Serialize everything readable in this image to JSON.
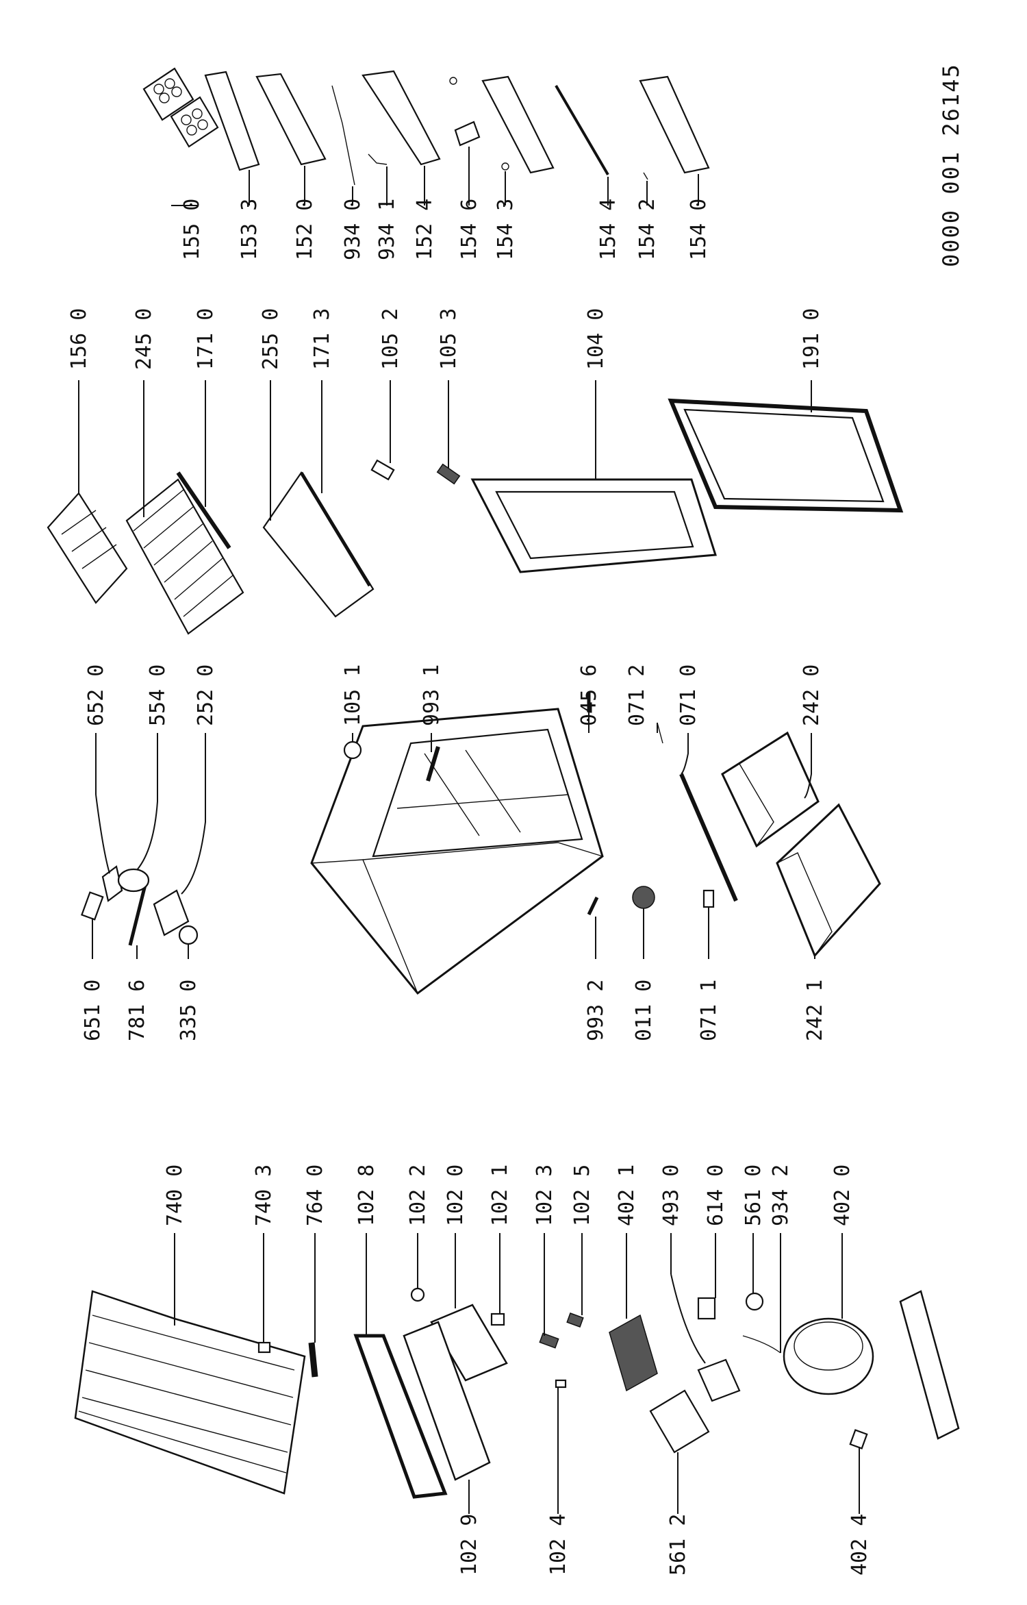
{
  "document_number": "0000 001 26145",
  "labels": {
    "p155_0": "155 0",
    "p153_3": "153 3",
    "p152_0": "152 0",
    "p934_0": "934 0",
    "p934_1": "934 1",
    "p152_4": "152 4",
    "p154_6": "154 6",
    "p154_3": "154 3",
    "p154_4": "154 4",
    "p154_2": "154 2",
    "p154_0": "154 0",
    "p156_0": "156 0",
    "p245_0": "245 0",
    "p171_0": "171 0",
    "p255_0": "255 0",
    "p171_3": "171 3",
    "p105_2": "105 2",
    "p105_3": "105 3",
    "p104_0": "104 0",
    "p191_0": "191 0",
    "p652_0": "652 0",
    "p554_0": "554 0",
    "p252_0": "252 0",
    "p105_1": "105 1",
    "p993_1": "993 1",
    "p045_6": "045 6",
    "p071_2": "071 2",
    "p071_0": "071 0",
    "p242_0": "242 0",
    "p651_0": "651 0",
    "p781_6": "781 6",
    "p335_0": "335 0",
    "p993_2": "993 2",
    "p011_0": "011 0",
    "p071_1": "071 1",
    "p242_1": "242 1",
    "p740_0": "740 0",
    "p740_3": "740 3",
    "p764_0": "764 0",
    "p102_8": "102 8",
    "p102_2": "102 2",
    "p102_0": "102 0",
    "p102_1": "102 1",
    "p102_3": "102 3",
    "p102_5": "102 5",
    "p402_1": "402 1",
    "p493_0": "493 0",
    "p614_0": "614 0",
    "p561_0": "561 0",
    "p934_2": "934 2",
    "p402_0": "402 0",
    "p102_9": "102 9",
    "p102_4": "102 4",
    "p561_2": "561 2",
    "p402_4": "402 4"
  }
}
